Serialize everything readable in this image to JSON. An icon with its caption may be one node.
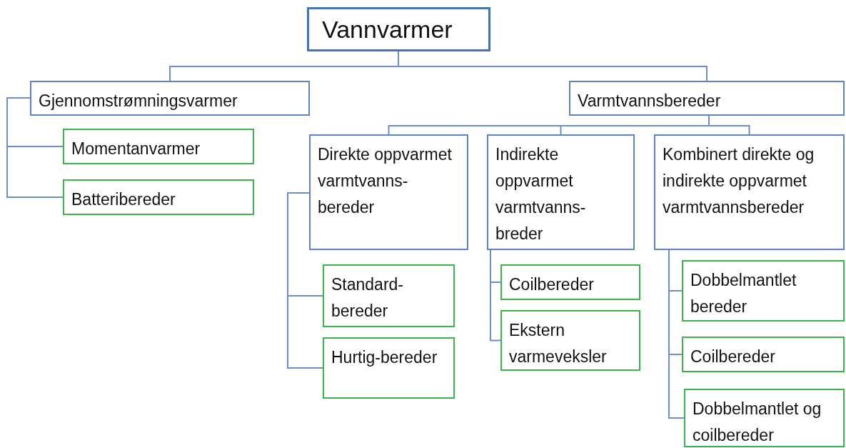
{
  "diagram": {
    "nodes": [
      {
        "text": [
          "Vannvarmer"
        ]
      },
      {
        "text": [
          "Gjennomstrømningsvarmer"
        ]
      },
      {
        "text": [
          "Varmtvannsbereder"
        ]
      },
      {
        "text": [
          "Momentanvarmer"
        ]
      },
      {
        "text": [
          "Batteribereder"
        ]
      },
      {
        "text": [
          "Direkte oppvarmet varmtvanns-bereder"
        ]
      },
      {
        "text": [
          "Indirekte oppvarmet varmtvanns-breder"
        ]
      },
      {
        "text": [
          "Kombinert direkte og indirekte oppvarmet varmtvannsbereder"
        ]
      },
      {
        "text": [
          "Standard-bereder"
        ]
      },
      {
        "text": [
          "Hurtig-bereder"
        ]
      },
      {
        "text": [
          "Coilbereder"
        ]
      },
      {
        "text": [
          "Ekstern varmeveksler"
        ]
      },
      {
        "text": [
          "Dobbelmantlet bereder"
        ]
      },
      {
        "text": [
          "Coilbereder"
        ]
      },
      {
        "text": [
          "Dobbelmantlet og coilbereder"
        ]
      }
    ],
    "edges": [
      {
        "from": 0,
        "to": 1,
        "arrow": "none"
      },
      {
        "from": 0,
        "to": 2,
        "arrow": "none"
      },
      {
        "from": 1,
        "to": 3,
        "arrow": "none"
      },
      {
        "from": 1,
        "to": 4,
        "arrow": "none"
      },
      {
        "from": 2,
        "to": 5,
        "arrow": "none"
      },
      {
        "from": 2,
        "to": 6,
        "arrow": "none"
      },
      {
        "from": 2,
        "to": 7,
        "arrow": "none"
      },
      {
        "from": 5,
        "to": 8,
        "arrow": "none"
      },
      {
        "from": 5,
        "to": 9,
        "arrow": "none"
      },
      {
        "from": 6,
        "to": 10,
        "arrow": "none"
      },
      {
        "from": 6,
        "to": 11,
        "arrow": "none"
      },
      {
        "from": 7,
        "to": 12,
        "arrow": "none"
      },
      {
        "from": 7,
        "to": 13,
        "arrow": "none"
      },
      {
        "from": 7,
        "to": 14,
        "arrow": "none"
      }
    ]
  }
}
